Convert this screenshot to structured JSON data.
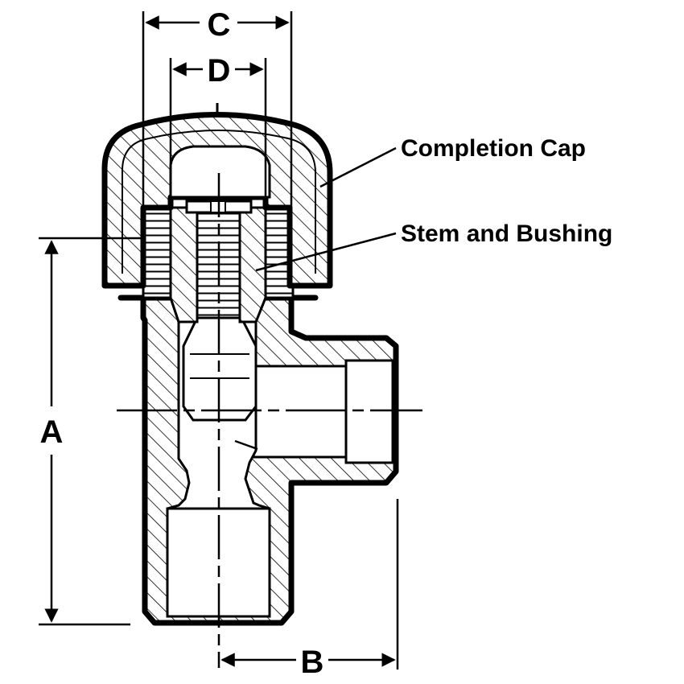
{
  "dimensions": {
    "a": "A",
    "b": "B",
    "c": "C",
    "d": "D"
  },
  "callouts": {
    "completion_cap": "Completion Cap",
    "stem_and_bushing": "Stem and Bushing"
  },
  "colors": {
    "line": "#000000",
    "fill": "#ffffff"
  }
}
